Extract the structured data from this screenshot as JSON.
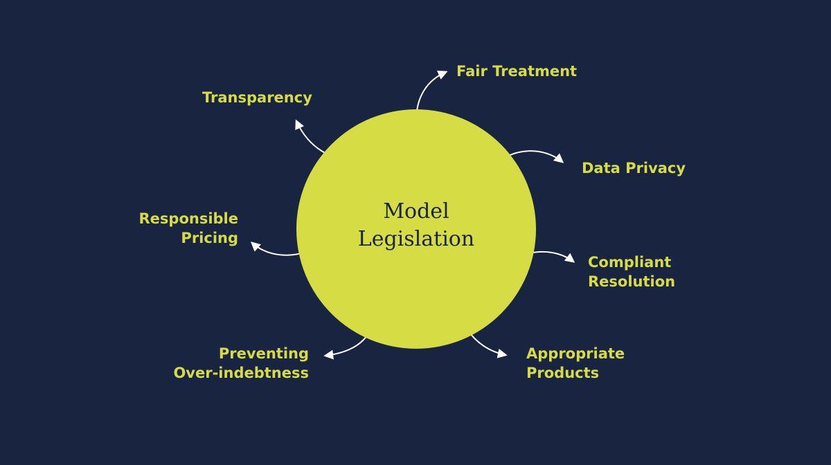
{
  "center": {
    "line1": "Model",
    "line2": "Legislation"
  },
  "principles": {
    "fair_treatment": "Fair Treatment",
    "transparency": "Transparency",
    "data_privacy": "Data Privacy",
    "responsible_pricing": {
      "line1": "Responsible",
      "line2": "Pricing"
    },
    "compliant_resolution": {
      "line1": "Compliant",
      "line2": "Resolution"
    },
    "preventing_over_indebtness": {
      "line1": "Preventing",
      "line2": "Over-indebtness"
    },
    "appropriate_products": {
      "line1": "Appropriate",
      "line2": "Products"
    }
  },
  "colors": {
    "background": "#182440",
    "accent": "#d6dd44",
    "arrow": "#ffffff"
  }
}
